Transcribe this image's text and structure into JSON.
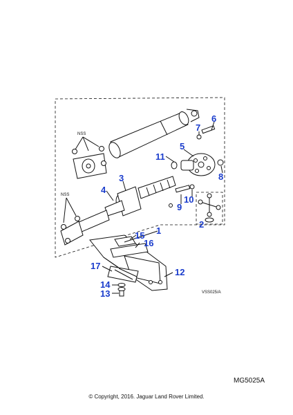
{
  "diagram": {
    "callouts": [
      "1",
      "2",
      "3",
      "4",
      "5",
      "6",
      "7",
      "8",
      "9",
      "10",
      "11",
      "12",
      "13",
      "14",
      "15",
      "16",
      "17"
    ],
    "annotations": {
      "nss_upper": "NSS",
      "nss_lower": "NSS",
      "drawing_ref": "VSS025/A"
    }
  },
  "footer": {
    "ref_code": "MG5025A",
    "copyright": "© Copyright, 2016. Jaguar Land Rover Limited."
  }
}
